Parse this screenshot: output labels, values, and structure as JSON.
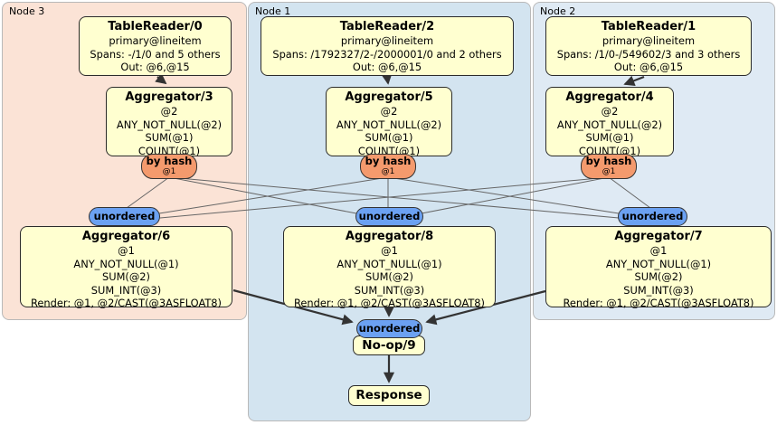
{
  "regions": [
    {
      "label": "Node 3"
    },
    {
      "label": "Node 1"
    },
    {
      "label": "Node 2"
    }
  ],
  "processors": {
    "tableReader0": {
      "title": "TableReader/0",
      "lines": [
        "primary@lineitem",
        "Spans: -/1/0 and 5 others",
        "Out: @6,@15"
      ]
    },
    "tableReader2": {
      "title": "TableReader/2",
      "lines": [
        "primary@lineitem",
        "Spans: /1792327/2-/2000001/0 and 2 others",
        "Out: @6,@15"
      ]
    },
    "tableReader1": {
      "title": "TableReader/1",
      "lines": [
        "primary@lineitem",
        "Spans: /1/0-/549602/3 and 3 others",
        "Out: @6,@15"
      ]
    },
    "aggregator3": {
      "title": "Aggregator/3",
      "lines": [
        "@2",
        "ANY_NOT_NULL(@2)",
        "SUM(@1)",
        "COUNT(@1)"
      ]
    },
    "aggregator5": {
      "title": "Aggregator/5",
      "lines": [
        "@2",
        "ANY_NOT_NULL(@2)",
        "SUM(@1)",
        "COUNT(@1)"
      ]
    },
    "aggregator4": {
      "title": "Aggregator/4",
      "lines": [
        "@2",
        "ANY_NOT_NULL(@2)",
        "SUM(@1)",
        "COUNT(@1)"
      ]
    },
    "aggregator6": {
      "title": "Aggregator/6",
      "lines": [
        "@1",
        "ANY_NOT_NULL(@1)",
        "SUM(@2)",
        "SUM_INT(@3)",
        "Render: @1, @2/CAST(@3ASFLOAT8)"
      ]
    },
    "aggregator8": {
      "title": "Aggregator/8",
      "lines": [
        "@1",
        "ANY_NOT_NULL(@1)",
        "SUM(@2)",
        "SUM_INT(@3)",
        "Render: @1, @2/CAST(@3ASFLOAT8)"
      ]
    },
    "aggregator7": {
      "title": "Aggregator/7",
      "lines": [
        "@1",
        "ANY_NOT_NULL(@1)",
        "SUM(@2)",
        "SUM_INT(@3)",
        "Render: @1, @2/CAST(@3ASFLOAT8)"
      ]
    },
    "noop": {
      "title": "No-op/9"
    },
    "response": {
      "title": "Response"
    }
  },
  "routers": {
    "by_hash": {
      "label": "by hash",
      "stream": "@1"
    },
    "unordered": {
      "label": "unordered"
    }
  },
  "colors": {
    "node3_bg": "#fbe3d6",
    "node1_bg": "#d3e4f0",
    "node2_bg": "#dfeaf4",
    "processor_bg": "#ffffd0",
    "hash_router_bg": "#f49a6d",
    "unordered_bg": "#6ba1f2",
    "edge_thin": "#666666",
    "edge_thick": "#333333"
  }
}
